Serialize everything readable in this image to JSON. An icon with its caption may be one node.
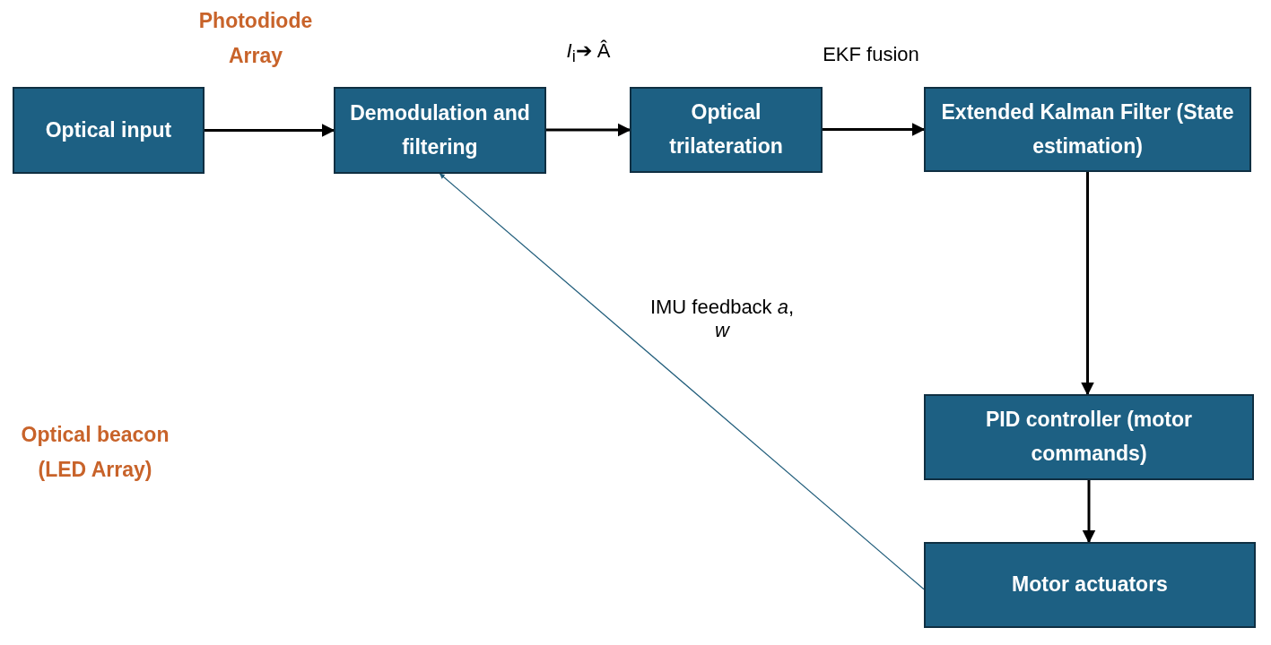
{
  "diagram": {
    "nodes": [
      {
        "text": [
          "Optical input"
        ]
      },
      {
        "text": [
          "Demodulation and filtering"
        ]
      },
      {
        "text": [
          "Optical trilateration"
        ]
      },
      {
        "text": [
          "Extended Kalman Filter (State estimation)"
        ]
      },
      {
        "text": [
          "PID controller (motor commands)"
        ]
      },
      {
        "text": [
          "Motor actuators"
        ]
      }
    ],
    "edges": [
      {
        "from": 0,
        "to": 1,
        "arrow": "to"
      },
      {
        "from": 1,
        "to": 2,
        "arrow": "to",
        "label": "*I*$_{i}$➔ Â"
      },
      {
        "from": 2,
        "to": 3,
        "arrow": "to",
        "label": "EKF fusion"
      },
      {
        "from": 3,
        "to": 4,
        "arrow": "to"
      },
      {
        "from": 4,
        "to": 5,
        "arrow": "to"
      },
      {
        "from": 5,
        "to": 1,
        "arrow": "to",
        "label": "IMU feedback *a*, *w*",
        "color": "#1f5c7a"
      }
    ],
    "labels": [
      "Photodiode Array",
      "Optical beacon (LED Array)"
    ]
  }
}
